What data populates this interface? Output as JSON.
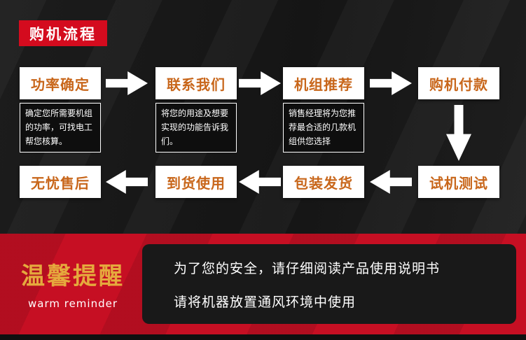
{
  "header": {
    "badge": "购机流程"
  },
  "flow": {
    "row1": [
      {
        "title": "功率确定",
        "desc": "确定您所需要机组的功率，可找电工帮您核算。"
      },
      {
        "title": "联系我们",
        "desc": "将您的用途及想要实现的功能告诉我们。"
      },
      {
        "title": "机组推荐",
        "desc": "销售经理将为您推荐最合适的几款机组供您选择"
      },
      {
        "title": "购机付款"
      }
    ],
    "row2": [
      {
        "title": "无忧售后"
      },
      {
        "title": "到货使用"
      },
      {
        "title": "包装发货"
      },
      {
        "title": "试机测试"
      }
    ]
  },
  "reminder": {
    "title": "温馨提醒",
    "subtitle": "warm reminder",
    "line1": "为了您的安全，请仔细阅读产品使用说明书",
    "line2": "请将机器放置通风环境中使用"
  },
  "colors": {
    "badge_red": "#d40b1e",
    "step_title_orange": "#c8661a",
    "bottom_red": "#c60f23",
    "reminder_gold": "#e5a93d",
    "box_black": "#191919"
  }
}
